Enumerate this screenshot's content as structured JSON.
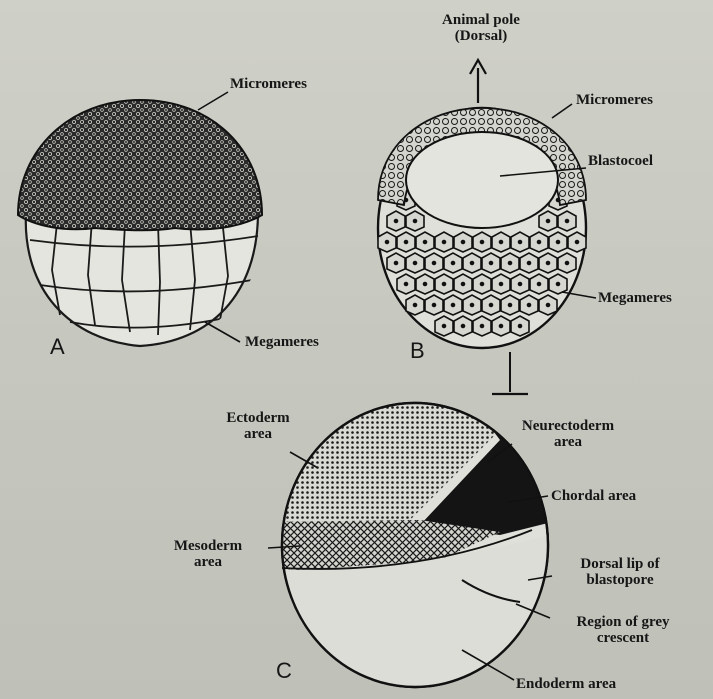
{
  "figure": {
    "panel_a": {
      "letter": "A",
      "micromeres_label": "Micromeres",
      "megameres_label": "Megameres"
    },
    "panel_b": {
      "letter": "B",
      "animal_pole_line1": "Animal pole",
      "animal_pole_line2": "(Dorsal)",
      "micromeres_label": "Micromeres",
      "blastocoel_label": "Blastocoel",
      "megameres_label": "Megameres"
    },
    "panel_c": {
      "letter": "C",
      "ectoderm_line1": "Ectoderm",
      "ectoderm_line2": "area",
      "neurectoderm_line1": "Neurectoderm",
      "neurectoderm_line2": "area",
      "chordal_label": "Chordal area",
      "mesoderm_line1": "Mesoderm",
      "mesoderm_line2": "area",
      "dorsal_lip_line1": "Dorsal lip of",
      "dorsal_lip_line2": "blastopore",
      "grey_crescent_line1": "Region of grey",
      "grey_crescent_line2": "crescent",
      "endoderm_label": "Endoderm area"
    }
  }
}
